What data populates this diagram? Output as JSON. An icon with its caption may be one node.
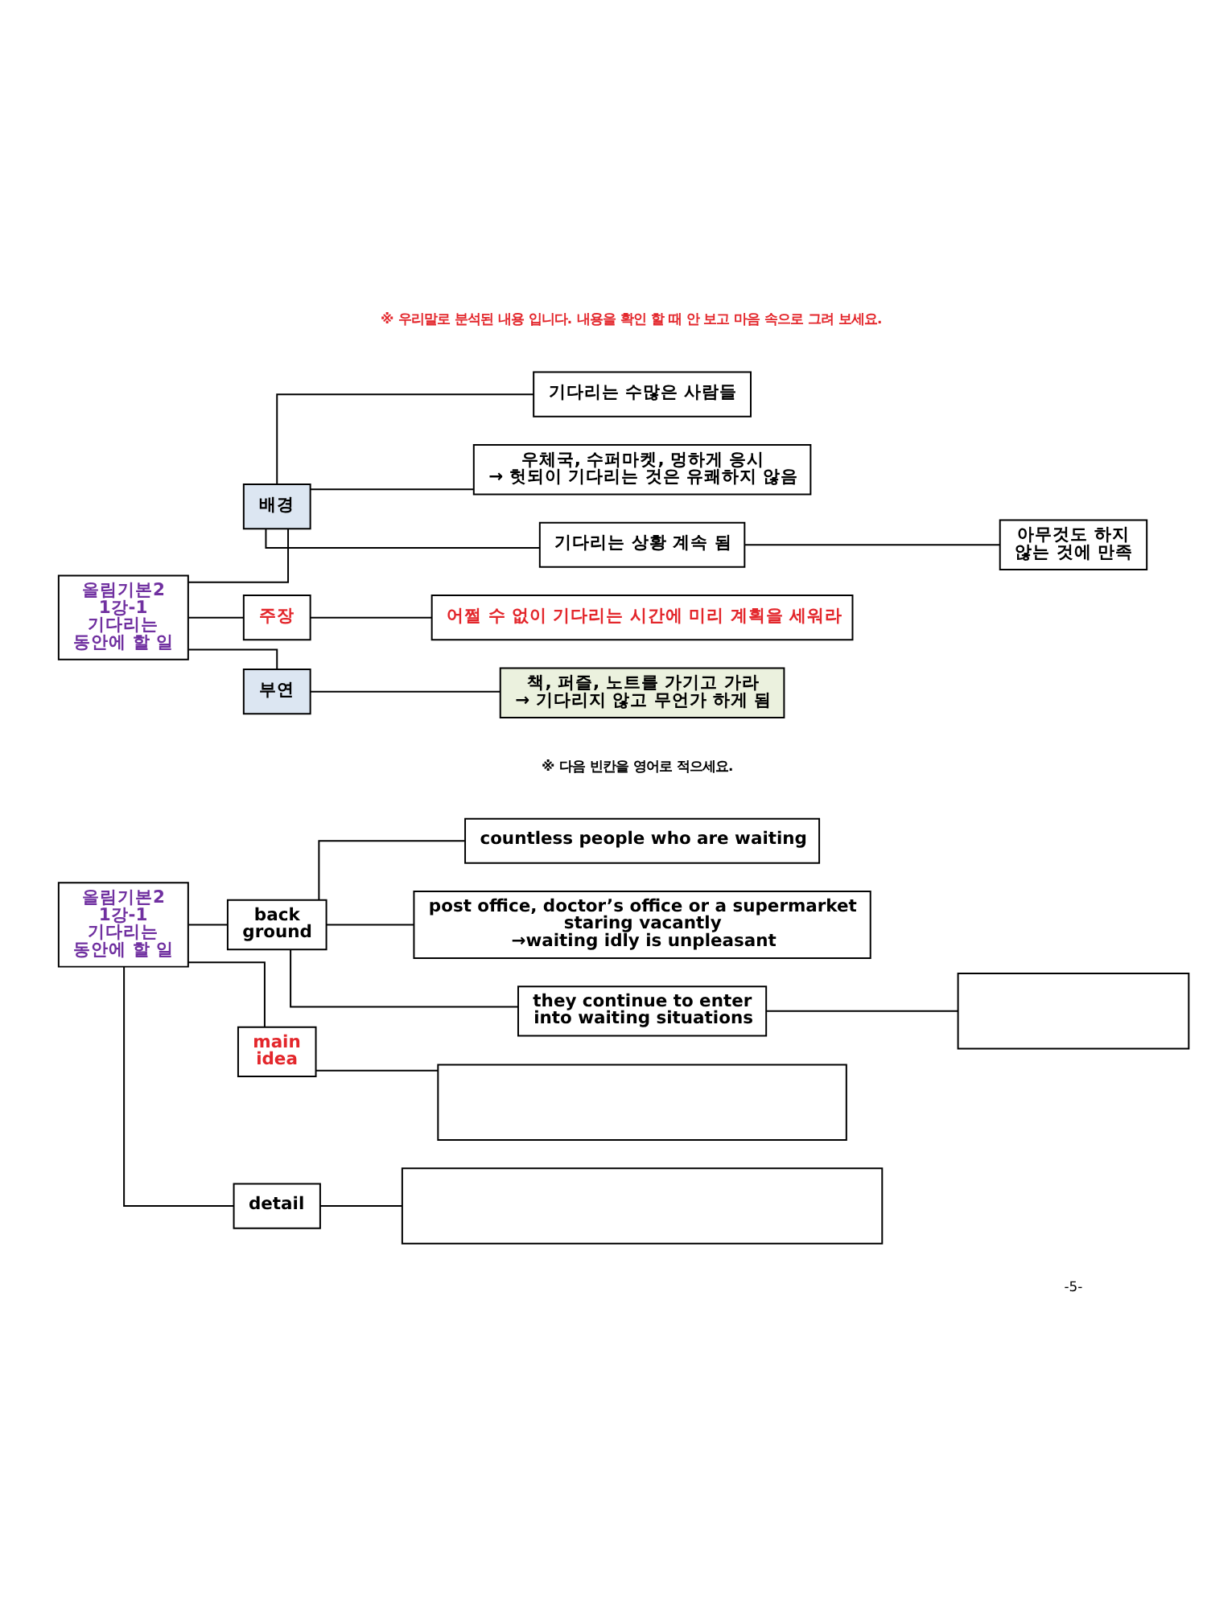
{
  "diagram": {
    "nodes": [
      {
        "text": [
          "올림기본2 1강-1 기다리는 동안에 할 일"
        ]
      },
      {
        "text": [
          "배경"
        ]
      },
      {
        "text": [
          "기다리는 수많은 사람들"
        ]
      },
      {
        "text": [
          "우체국, 수퍼마켓, 멍하게 응시 → 헛되이 기다리는 것은 유쾌하지 않음"
        ]
      },
      {
        "text": [
          "기다리는 상황 계속 됨"
        ]
      },
      {
        "text": [
          "아무것도 하지 않는 것에 만족"
        ]
      },
      {
        "text": [
          "주장"
        ]
      },
      {
        "text": [
          "어쩔 수 없이 기다리는 시간에 미리 계획을 세워라"
        ]
      },
      {
        "text": [
          "부연"
        ]
      },
      {
        "text": [
          "책, 퍼즐, 노트를 가기고 가라 → 기다리지 않고 무언가 하게 됨"
        ]
      },
      {
        "text": [
          "올림기본2 1강-1 기다리는 동안에 할 일"
        ]
      },
      {
        "text": [
          "back ground"
        ]
      },
      {
        "text": [
          "countless people who are waiting"
        ]
      },
      {
        "text": [
          "post office, doctor’s office or a supermarket staring vacantly →waiting idly is unpleasant"
        ]
      },
      {
        "text": [
          "they continue to enter into waiting situations"
        ]
      },
      {
        "text": [],
        "shape": "box"
      },
      {
        "text": [
          "main idea"
        ]
      },
      {
        "text": [],
        "shape": "box"
      },
      {
        "text": [
          "detail"
        ]
      },
      {
        "text": [],
        "shape": "box"
      }
    ],
    "edges": [
      {
        "from": 0,
        "to": 1,
        "arrow": "none"
      },
      {
        "from": 1,
        "to": 2,
        "arrow": "none"
      },
      {
        "from": 1,
        "to": 3,
        "arrow": "none"
      },
      {
        "from": 1,
        "to": 4,
        "arrow": "none"
      },
      {
        "from": 4,
        "to": 5,
        "arrow": "none"
      },
      {
        "from": 0,
        "to": 6,
        "arrow": "none"
      },
      {
        "from": 6,
        "to": 7,
        "arrow": "none"
      },
      {
        "from": 0,
        "to": 8,
        "arrow": "none"
      },
      {
        "from": 8,
        "to": 9,
        "arrow": "none"
      },
      {
        "from": 10,
        "to": 11,
        "arrow": "none"
      },
      {
        "from": 11,
        "to": 12,
        "arrow": "none"
      },
      {
        "from": 11,
        "to": 13,
        "arrow": "none"
      },
      {
        "from": 11,
        "to": 14,
        "arrow": "none"
      },
      {
        "from": 14,
        "to": 15,
        "arrow": "none"
      },
      {
        "from": 10,
        "to": 16,
        "arrow": "none"
      },
      {
        "from": 16,
        "to": 17,
        "arrow": "none"
      },
      {
        "from": 10,
        "to": 18,
        "arrow": "none"
      },
      {
        "from": 18,
        "to": 19,
        "arrow": "none"
      }
    ],
    "labels": [
      "※ 우리말로 분석된 내용 입니다. 내용을 확인 할 때 안 보고 마음 속으로 그려 보세요.",
      "※ 다음 빈칸을 영어로 적으세요.",
      "-5-"
    ]
  }
}
